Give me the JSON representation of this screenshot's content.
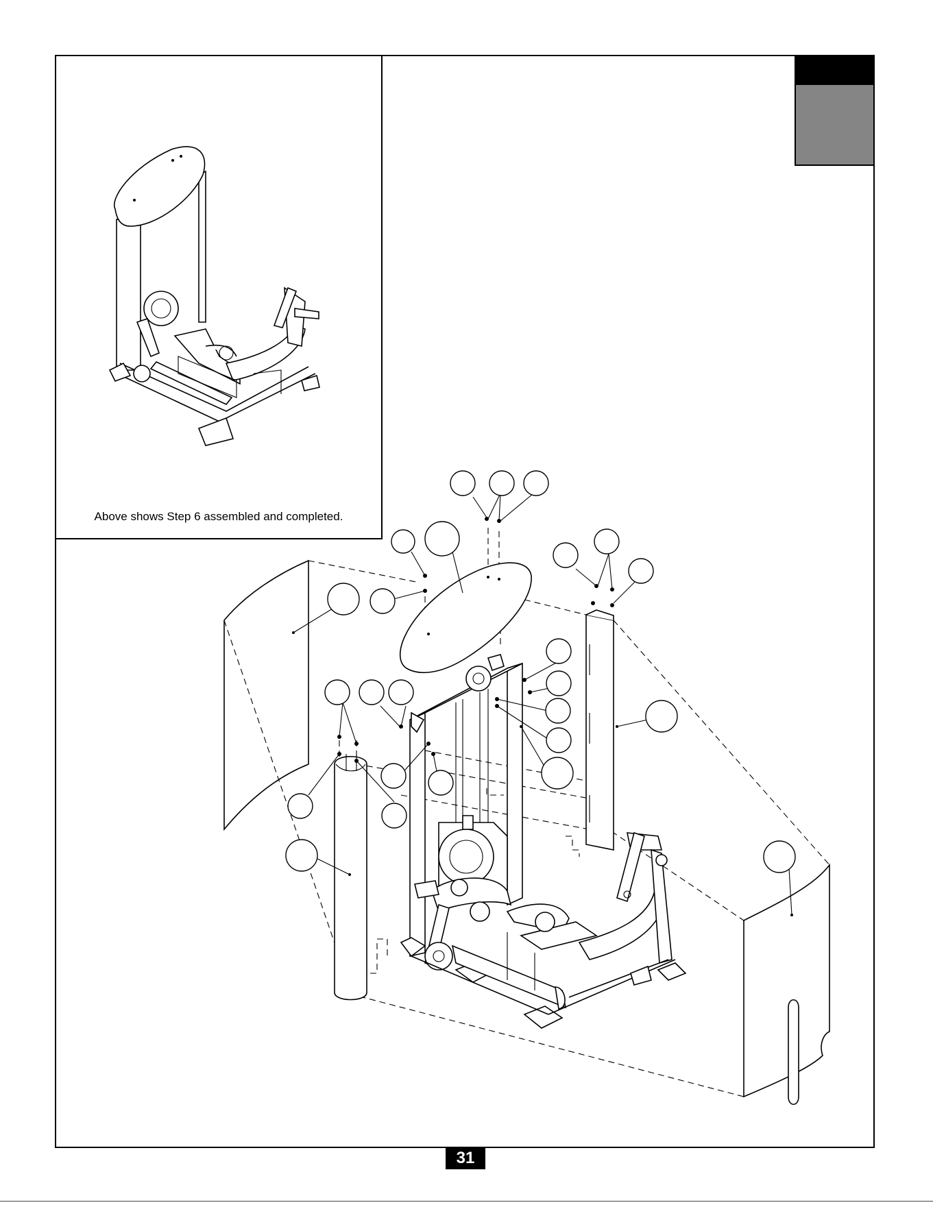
{
  "inset": {
    "caption": "Above shows Step 6 assembled and completed."
  },
  "footer": {
    "page_number": "31"
  },
  "callouts": [
    {
      "id": "c1"
    },
    {
      "id": "c2"
    },
    {
      "id": "c3"
    },
    {
      "id": "c4"
    },
    {
      "id": "c5"
    },
    {
      "id": "c6"
    },
    {
      "id": "c7"
    },
    {
      "id": "c8"
    },
    {
      "id": "c9"
    },
    {
      "id": "c10"
    },
    {
      "id": "c11"
    },
    {
      "id": "c12"
    },
    {
      "id": "c13"
    },
    {
      "id": "c14"
    },
    {
      "id": "c15"
    },
    {
      "id": "c16"
    },
    {
      "id": "c17"
    },
    {
      "id": "c18"
    },
    {
      "id": "c19"
    },
    {
      "id": "c20"
    },
    {
      "id": "c21"
    },
    {
      "id": "c22"
    },
    {
      "id": "c23"
    },
    {
      "id": "c24"
    },
    {
      "id": "c25"
    }
  ]
}
